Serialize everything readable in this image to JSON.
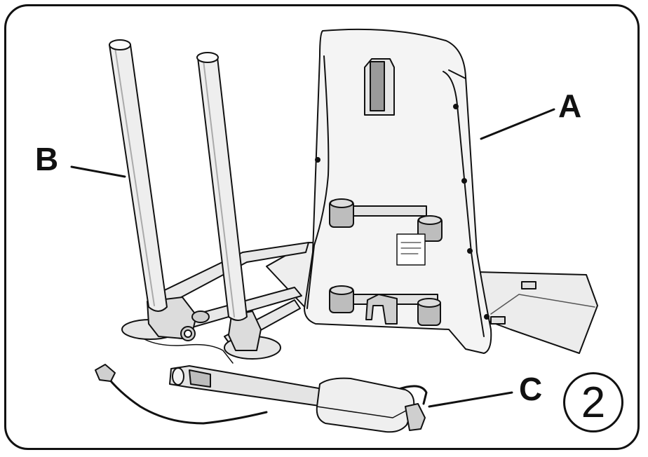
{
  "callouts": {
    "a": "A",
    "b": "B",
    "c": "C"
  },
  "step_number": "2",
  "colors": {
    "stroke": "#111111",
    "part_fill": "#f2f2f2",
    "part_shade": "#d9d9d9",
    "part_dark": "#9a9a9a"
  },
  "parts": [
    {
      "callout": "A",
      "part": "seat-backrest-panel"
    },
    {
      "callout": "B",
      "part": "base-frame-with-legs"
    },
    {
      "callout": "C",
      "part": "actuator-with-cable"
    }
  ]
}
